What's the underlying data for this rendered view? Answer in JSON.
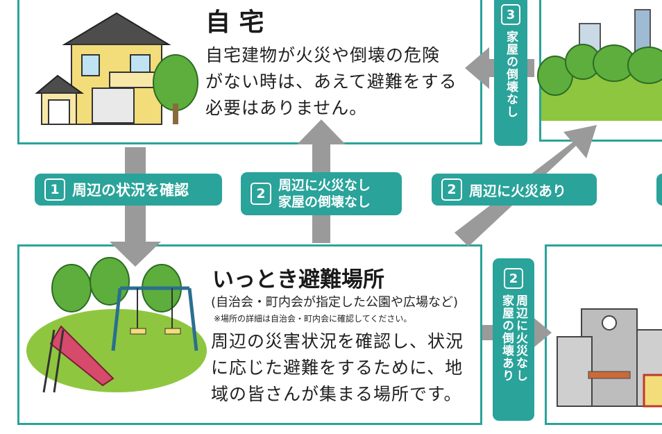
{
  "home": {
    "title": "自 宅",
    "text": [
      "自宅建物が火災や倒壊の危険",
      "がない時は、あえて避難をする",
      "必要はありません。"
    ]
  },
  "temp_site": {
    "title": "いっとき避難場所",
    "subtitle": "(自治会・町内会が指定した公園や広場など)",
    "note": "※場所の詳細は自治会・町内会に確認してください。",
    "text": [
      "周辺の災害状況を確認し、状況",
      "に応じた避難をするために、地",
      "域の皆さんが集まる場所です。"
    ]
  },
  "labels": {
    "check": {
      "num": "1",
      "text": "周辺の状況を確認"
    },
    "safe": {
      "num": "2",
      "line1": "周辺に火災なし",
      "line2": "家屋の倒壊なし"
    },
    "fire": {
      "num": "2",
      "text": "周辺に火災あり"
    },
    "to_home": {
      "num": "3",
      "text": "家屋の倒壊なし"
    },
    "to_shelter": {
      "num": "2",
      "line1": "周辺に火災なし",
      "line2": "家屋の倒壊あり"
    }
  },
  "colors": {
    "teal": "#2aa39a",
    "arrow": "#9a9a9a",
    "house_wall": "#f3dc7a",
    "grass": "#8fc63f",
    "tree": "#5dae3c"
  }
}
